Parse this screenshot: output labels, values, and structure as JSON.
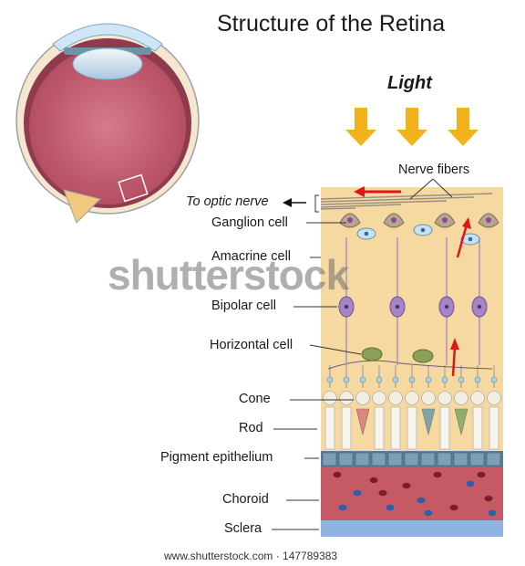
{
  "title": "Structure of the Retina",
  "light_label": "Light",
  "labels": {
    "nerve_fibers": "Nerve fibers",
    "to_optic_nerve": "To optic nerve",
    "ganglion_cell": "Ganglion cell",
    "amacrine_cell": "Amacrine cell",
    "bipolar_cell": "Bipolar cell",
    "horizontal_cell": "Horizontal cell",
    "cone": "Cone",
    "rod": "Rod",
    "pigment_epithelium": "Pigment epithelium",
    "choroid": "Choroid",
    "sclera": "Sclera"
  },
  "watermark": "shutterstock",
  "footer_credit": "www.shutterstock.com · 147789383",
  "colors": {
    "retina_bg": "#f5d9a0",
    "arrow_light": "#f2b21b",
    "choroid": "#c65a64",
    "sclera": "#8fb4e2",
    "pigment": "#5a7f9a",
    "signal_arrow": "#e0161b"
  }
}
